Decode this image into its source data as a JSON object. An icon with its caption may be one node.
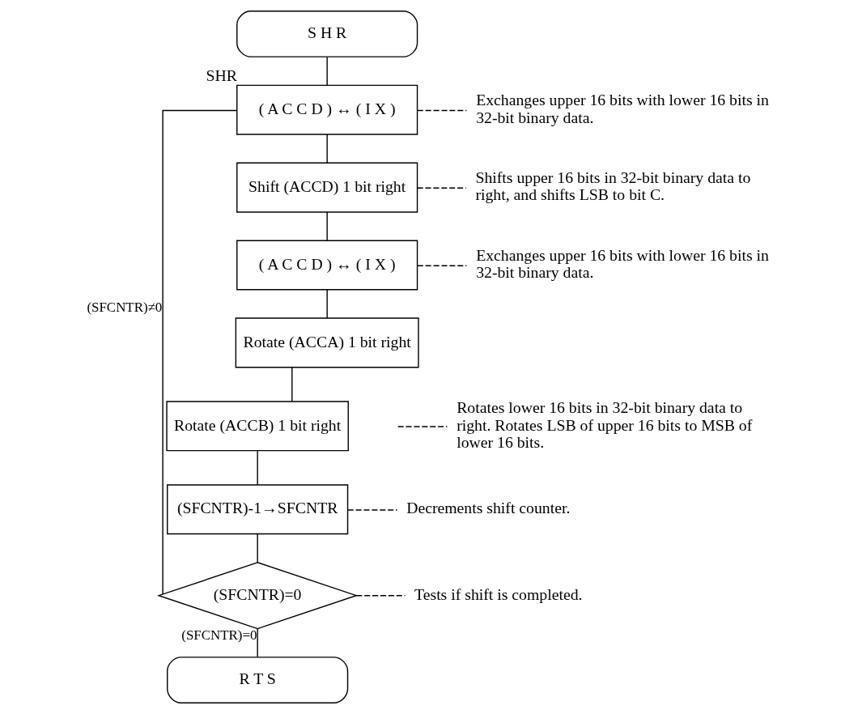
{
  "diagram": {
    "nodes": [
      {
        "text": [
          "S H R"
        ]
      },
      {
        "text": [
          "( A C C D ) ↔ ( I X )"
        ],
        "beside": [
          "SHR"
        ]
      },
      {
        "text": [
          "Shift (ACCD) 1 bit right"
        ]
      },
      {
        "text": [
          "( A C C D ) ↔ ( I X )"
        ]
      },
      {
        "text": [
          "Rotate (ACCA) 1 bit right"
        ]
      },
      {
        "text": [
          "Rotate (ACCB) 1 bit right"
        ]
      },
      {
        "text": [
          "(SFCNTR)-1→SFCNTR"
        ]
      },
      {
        "text": [
          "(SFCNTR)=0"
        ]
      },
      {
        "text": [
          "R T S"
        ]
      },
      {
        "text": [
          "Exchanges upper 16 bits with lower 16 bits in 32-bit binary data."
        ]
      },
      {
        "text": [
          "Shifts upper 16 bits in 32-bit binary data to right, and shifts LSB to bit C."
        ]
      },
      {
        "text": [
          "Exchanges upper 16 bits with lower 16 bits in 32-bit binary data."
        ]
      },
      {
        "text": [
          "Rotates lower 16 bits in 32-bit binary data to right. Rotates LSB of upper 16 bits to MSB of lower 16 bits."
        ]
      },
      {
        "text": [
          "Decrements shift counter."
        ]
      },
      {
        "text": [
          "Tests if shift is completed."
        ]
      }
    ],
    "edges": [
      {
        "from": 0,
        "to": 1,
        "arrow": "none"
      },
      {
        "from": 1,
        "to": 2,
        "arrow": "none"
      },
      {
        "from": 2,
        "to": 3,
        "arrow": "none"
      },
      {
        "from": 3,
        "to": 4,
        "arrow": "none"
      },
      {
        "from": 4,
        "to": 5,
        "arrow": "none"
      },
      {
        "from": 5,
        "to": 6,
        "arrow": "none"
      },
      {
        "from": 6,
        "to": 7,
        "arrow": "none"
      },
      {
        "from": 7,
        "to": 8,
        "arrow": "none",
        "label": "(SFCNTR)=0"
      },
      {
        "from": 7,
        "to": 1,
        "arrow": "none",
        "label": "(SFCNTR)≠0"
      },
      {
        "from": 1,
        "to": 9,
        "arrow": "none",
        "style": "dashed"
      },
      {
        "from": 2,
        "to": 10,
        "arrow": "none",
        "style": "dashed"
      },
      {
        "from": 3,
        "to": 11,
        "arrow": "none",
        "style": "dashed"
      },
      {
        "from": null,
        "to": 12,
        "arrow": "none",
        "style": "dashed"
      },
      {
        "from": 6,
        "to": 13,
        "arrow": "none",
        "style": "dashed"
      },
      {
        "from": 7,
        "to": 14,
        "arrow": "none",
        "style": "dashed"
      }
    ]
  }
}
